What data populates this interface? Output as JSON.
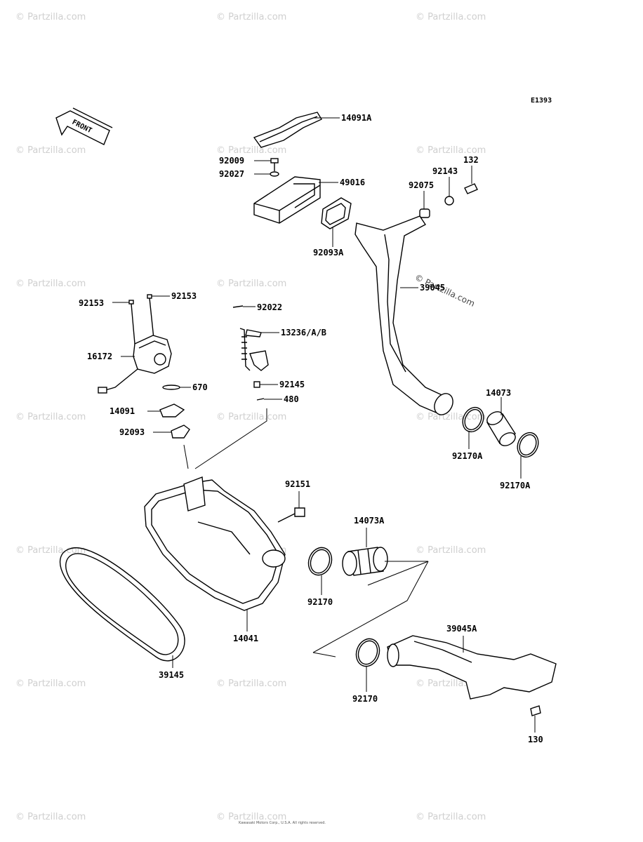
{
  "diagram": {
    "code": "E1393",
    "front_label": "FRONT",
    "watermark": "© Partzilla.com",
    "footer": "Kawasaki Motors Corp., U.S.A. All rights reserved.",
    "callouts": [
      {
        "id": "14091A",
        "text": "14091A"
      },
      {
        "id": "92009",
        "text": "92009"
      },
      {
        "id": "92027",
        "text": "92027"
      },
      {
        "id": "49016",
        "text": "49016"
      },
      {
        "id": "92093A",
        "text": "92093A"
      },
      {
        "id": "132",
        "text": "132"
      },
      {
        "id": "92143",
        "text": "92143"
      },
      {
        "id": "92075",
        "text": "92075"
      },
      {
        "id": "39045",
        "text": "39045"
      },
      {
        "id": "92153a",
        "text": "92153"
      },
      {
        "id": "92153b",
        "text": "92153"
      },
      {
        "id": "92022",
        "text": "92022"
      },
      {
        "id": "13236",
        "text": "13236/A/B"
      },
      {
        "id": "16172",
        "text": "16172"
      },
      {
        "id": "92145",
        "text": "92145"
      },
      {
        "id": "670",
        "text": "670"
      },
      {
        "id": "480",
        "text": "480"
      },
      {
        "id": "14091",
        "text": "14091"
      },
      {
        "id": "92093",
        "text": "92093"
      },
      {
        "id": "14073",
        "text": "14073"
      },
      {
        "id": "92170Aa",
        "text": "92170A"
      },
      {
        "id": "92170Ab",
        "text": "92170A"
      },
      {
        "id": "92151",
        "text": "92151"
      },
      {
        "id": "14073A",
        "text": "14073A"
      },
      {
        "id": "92170a",
        "text": "92170"
      },
      {
        "id": "14041",
        "text": "14041"
      },
      {
        "id": "39145",
        "text": "39145"
      },
      {
        "id": "39045A",
        "text": "39045A"
      },
      {
        "id": "92170b",
        "text": "92170"
      },
      {
        "id": "130",
        "text": "130"
      }
    ]
  }
}
